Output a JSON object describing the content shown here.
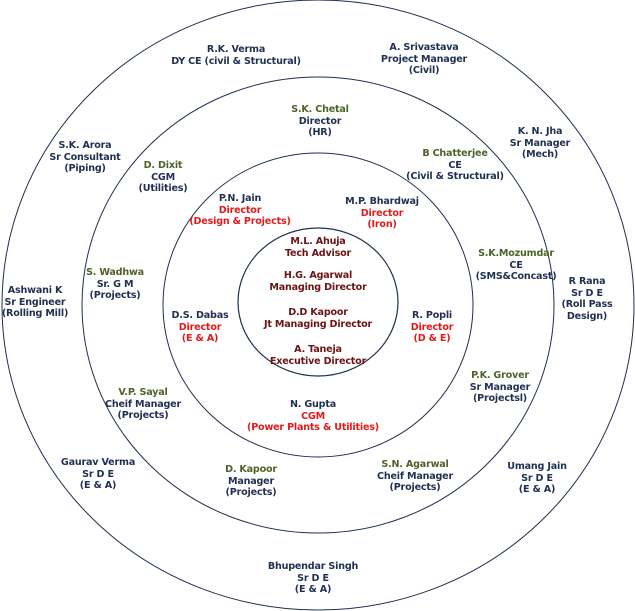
{
  "colors": {
    "navy": "#1f3050",
    "green": "#4f6228",
    "red": "#e01b1b",
    "maroon": "#6b1414",
    "ring": "#1f3050"
  },
  "center_team": [
    {
      "name": "M.L. Ahuja",
      "title": "Tech Advisor"
    },
    {
      "name": "H.G. Agarwal",
      "title": "Managing Director"
    },
    {
      "name": "D.D Kapoor",
      "title": "Jt Managing Director"
    },
    {
      "name": "A. Taneja",
      "title": "Executive Director"
    }
  ],
  "people": [
    {
      "lines": [
        {
          "text": "R.K. Verma",
          "tone": "navy"
        },
        {
          "text": "DY CE (civil & Structural)",
          "tone": "navy"
        }
      ]
    },
    {
      "lines": [
        {
          "text": "A. Srivastava",
          "tone": "navy"
        },
        {
          "text": "Project Manager",
          "tone": "navy"
        },
        {
          "text": "(Civil)",
          "tone": "navy"
        }
      ]
    },
    {
      "lines": [
        {
          "text": "S.K. Chetal",
          "tone": "green"
        },
        {
          "text": "Director",
          "tone": "navy"
        },
        {
          "text": "(HR)",
          "tone": "navy"
        }
      ]
    },
    {
      "lines": [
        {
          "text": "S.K. Arora",
          "tone": "navy"
        },
        {
          "text": "Sr Consultant",
          "tone": "navy"
        },
        {
          "text": "(Piping)",
          "tone": "navy"
        }
      ]
    },
    {
      "lines": [
        {
          "text": "K. N. Jha",
          "tone": "navy"
        },
        {
          "text": "Sr Manager",
          "tone": "navy"
        },
        {
          "text": "(Mech)",
          "tone": "navy"
        }
      ]
    },
    {
      "lines": [
        {
          "text": "D. Dixit",
          "tone": "green"
        },
        {
          "text": "CGM",
          "tone": "navy"
        },
        {
          "text": "(Utilities)",
          "tone": "navy"
        }
      ]
    },
    {
      "lines": [
        {
          "text": "B Chatterjee",
          "tone": "green"
        },
        {
          "text": "CE",
          "tone": "navy"
        },
        {
          "text": "(Civil & Structural)",
          "tone": "navy"
        }
      ]
    },
    {
      "lines": [
        {
          "text": "P.N. Jain",
          "tone": "navy"
        },
        {
          "text": "Director",
          "tone": "red"
        },
        {
          "text": "(Design & Projects)",
          "tone": "red"
        }
      ]
    },
    {
      "lines": [
        {
          "text": "M.P. Bhardwaj",
          "tone": "navy"
        },
        {
          "text": "Director",
          "tone": "red"
        },
        {
          "text": "(Iron)",
          "tone": "red"
        }
      ]
    },
    {
      "lines": [
        {
          "text": "S. Wadhwa",
          "tone": "green"
        },
        {
          "text": "Sr. G M",
          "tone": "navy"
        },
        {
          "text": "(Projects)",
          "tone": "navy"
        }
      ]
    },
    {
      "lines": [
        {
          "text": "Ashwani K",
          "tone": "navy"
        },
        {
          "text": "Sr Engineer",
          "tone": "navy"
        },
        {
          "text": "(Rolling Mill)",
          "tone": "navy"
        }
      ]
    },
    {
      "lines": [
        {
          "text": "S.K.Mozumdar",
          "tone": "green"
        },
        {
          "text": "CE",
          "tone": "navy"
        },
        {
          "text": "(SMS&Concast)",
          "tone": "navy"
        }
      ]
    },
    {
      "lines": [
        {
          "text": "R Rana",
          "tone": "navy"
        },
        {
          "text": "Sr D E",
          "tone": "navy"
        },
        {
          "text": "(Roll Pass",
          "tone": "navy"
        },
        {
          "text": "Design)",
          "tone": "navy"
        }
      ]
    },
    {
      "lines": [
        {
          "text": "D.S. Dabas",
          "tone": "navy"
        },
        {
          "text": "Director",
          "tone": "red"
        },
        {
          "text": "(E & A)",
          "tone": "red"
        }
      ]
    },
    {
      "lines": [
        {
          "text": "R. Popli",
          "tone": "navy"
        },
        {
          "text": "Director",
          "tone": "red"
        },
        {
          "text": "(D & E)",
          "tone": "red"
        }
      ]
    },
    {
      "lines": [
        {
          "text": "P.K. Grover",
          "tone": "green"
        },
        {
          "text": "Sr Manager",
          "tone": "navy"
        },
        {
          "text": "(Projectsl)",
          "tone": "navy"
        }
      ]
    },
    {
      "lines": [
        {
          "text": "V.P. Sayal",
          "tone": "green"
        },
        {
          "text": "Cheif Manager",
          "tone": "navy"
        },
        {
          "text": "(Projects)",
          "tone": "navy"
        }
      ]
    },
    {
      "lines": [
        {
          "text": "N. Gupta",
          "tone": "navy"
        },
        {
          "text": "CGM",
          "tone": "red"
        },
        {
          "text": "(Power Plants & Utilities)",
          "tone": "red"
        }
      ]
    },
    {
      "lines": [
        {
          "text": "Gaurav Verma",
          "tone": "navy"
        },
        {
          "text": "Sr D E",
          "tone": "navy"
        },
        {
          "text": "(E & A)",
          "tone": "navy"
        }
      ]
    },
    {
      "lines": [
        {
          "text": "D. Kapoor",
          "tone": "green"
        },
        {
          "text": "Manager",
          "tone": "navy"
        },
        {
          "text": "(Projects)",
          "tone": "navy"
        }
      ]
    },
    {
      "lines": [
        {
          "text": "S.N. Agarwal",
          "tone": "green"
        },
        {
          "text": "Cheif Manager",
          "tone": "navy"
        },
        {
          "text": "(Projects)",
          "tone": "navy"
        }
      ]
    },
    {
      "lines": [
        {
          "text": "Umang Jain",
          "tone": "navy"
        },
        {
          "text": "Sr D E",
          "tone": "navy"
        },
        {
          "text": "(E & A)",
          "tone": "navy"
        }
      ]
    },
    {
      "lines": [
        {
          "text": "Bhupendar Singh",
          "tone": "navy"
        },
        {
          "text": "Sr D E",
          "tone": "navy"
        },
        {
          "text": "(E & A)",
          "tone": "navy"
        }
      ]
    }
  ]
}
